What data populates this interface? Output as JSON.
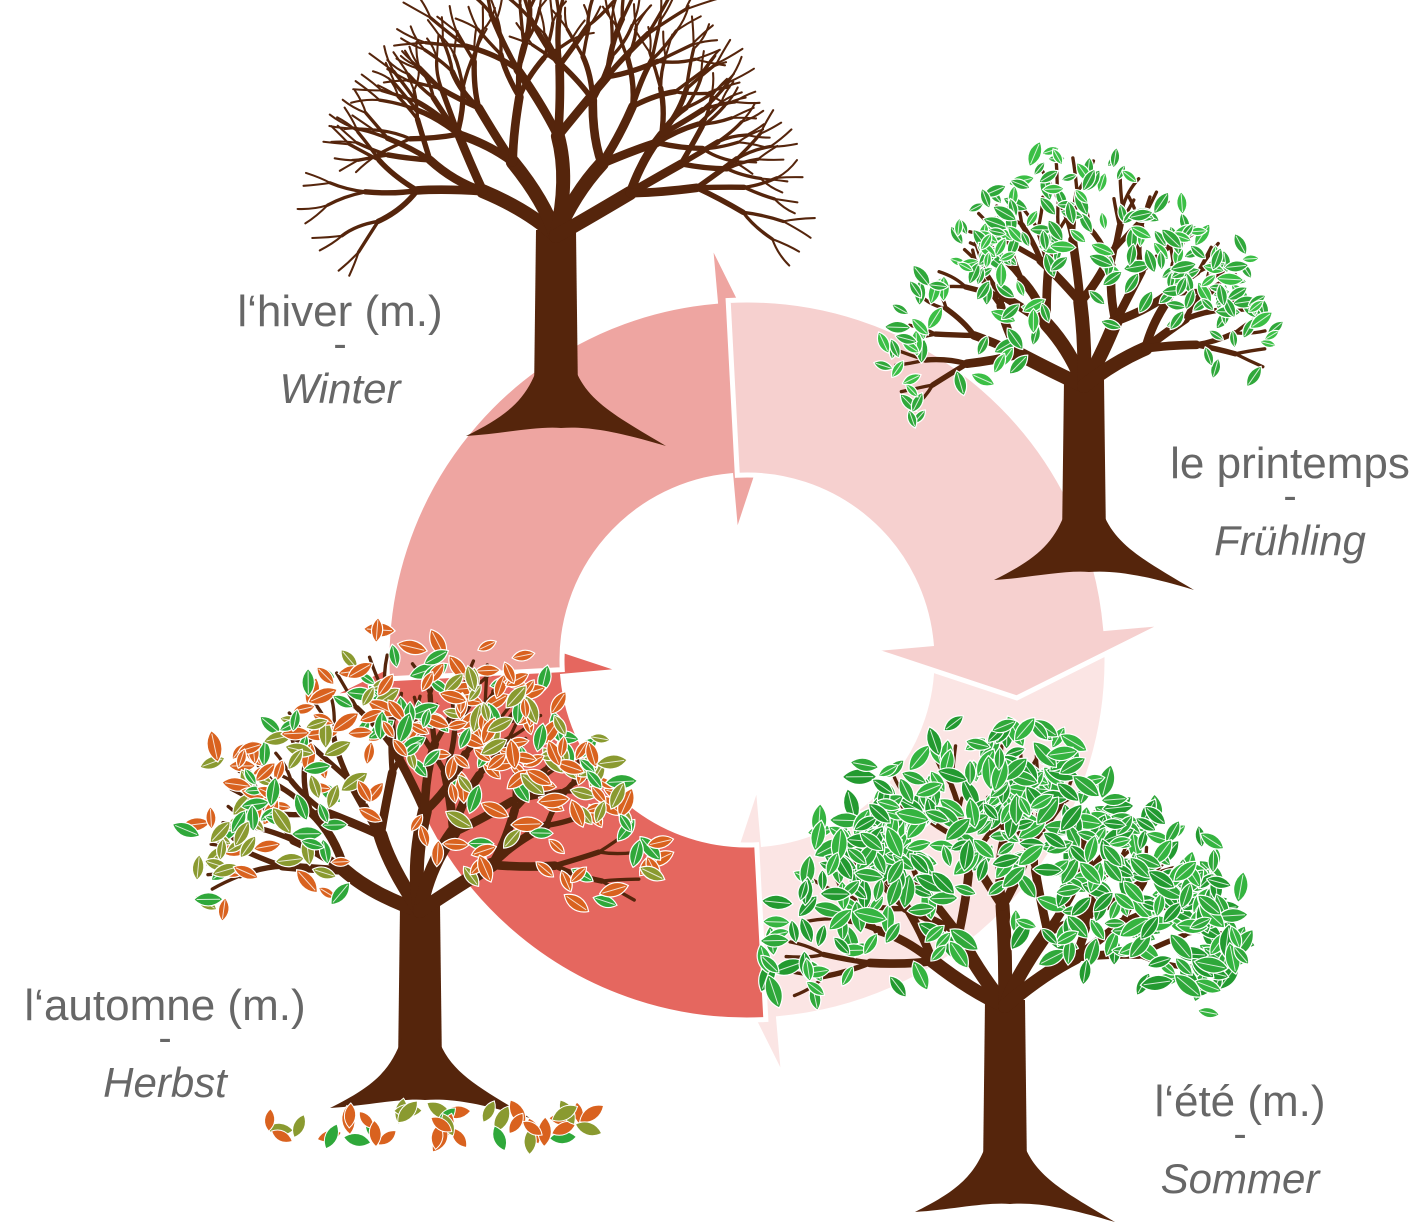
{
  "seasons": [
    {
      "key": "winter",
      "french": "l‘hiver (m.)",
      "separator": "-",
      "german": "Winter",
      "tree": "bare"
    },
    {
      "key": "spring",
      "french": "le printemps",
      "separator": "-",
      "german": "Frühling",
      "tree": "sparse-green"
    },
    {
      "key": "summer",
      "french": "l‘été (m.)",
      "separator": "-",
      "german": "Sommer",
      "tree": "full-green"
    },
    {
      "key": "autumn",
      "french": "l‘automne (m.)",
      "separator": "-",
      "german": "Herbst",
      "tree": "mixed-autumn"
    }
  ],
  "colors": {
    "arrow_top": "#f6d0cf",
    "arrow_right": "#fbe5e4",
    "arrow_bottom": "#e5675f",
    "arrow_left": "#eea5a1",
    "trunk": "#55250c",
    "leaf_green": "#2fa83a",
    "leaf_olive": "#8a9a30",
    "leaf_orange": "#d9621f",
    "text": "#676767"
  }
}
